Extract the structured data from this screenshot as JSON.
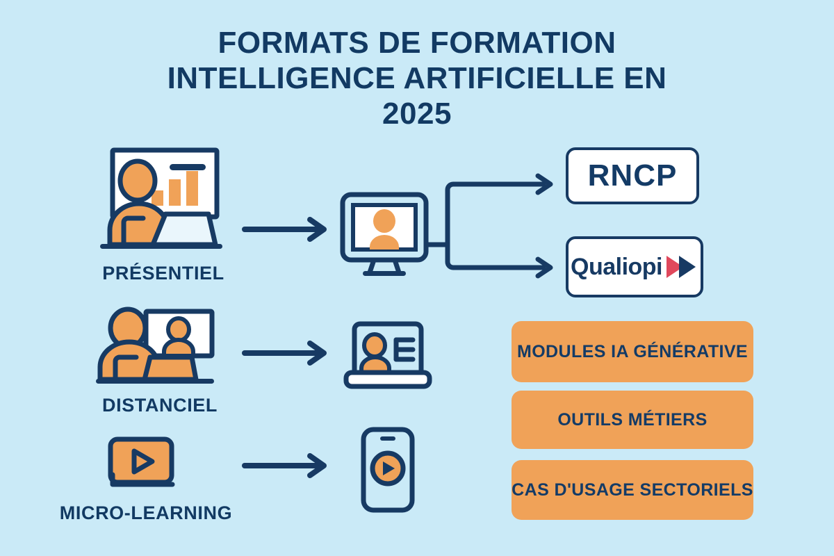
{
  "page": {
    "background_color": "#CAEAF7",
    "navy": "#173A63",
    "orange": "#F0A258",
    "red": "#E0485C",
    "white": "#FFFFFF"
  },
  "title": {
    "line1": "FORMATS DE FORMATION",
    "line2": "INTELLIGENCE ARTIFICIELLE EN",
    "line3": "2025"
  },
  "formats": [
    {
      "label": "PRÉSENTIEL",
      "icon": "classroom-presenter-icon"
    },
    {
      "label": "DISTANCIEL",
      "icon": "remote-video-call-icon"
    },
    {
      "label": "MICRO-LEARNING",
      "icon": "video-lesson-laptop-icon"
    }
  ],
  "devices": [
    {
      "icon": "desktop-monitor-person-icon"
    },
    {
      "icon": "laptop-person-text-icon"
    },
    {
      "icon": "smartphone-play-icon"
    }
  ],
  "arrows": [
    {
      "name": "arrow-presentiel-to-desktop"
    },
    {
      "name": "arrow-distanciel-to-laptop"
    },
    {
      "name": "arrow-microlearning-to-phone"
    },
    {
      "name": "branch-connector-to-certifications"
    }
  ],
  "certifications": [
    {
      "name": "rncp-box",
      "label": "RNCP"
    },
    {
      "name": "qualiopi-box",
      "label": "Qualiopi"
    }
  ],
  "modules": [
    {
      "label": "MODULES IA GÉNÉRATIVE"
    },
    {
      "label": "OUTILS MÉTIERS"
    },
    {
      "label": "CAS D'USAGE SECTORIELS"
    }
  ]
}
